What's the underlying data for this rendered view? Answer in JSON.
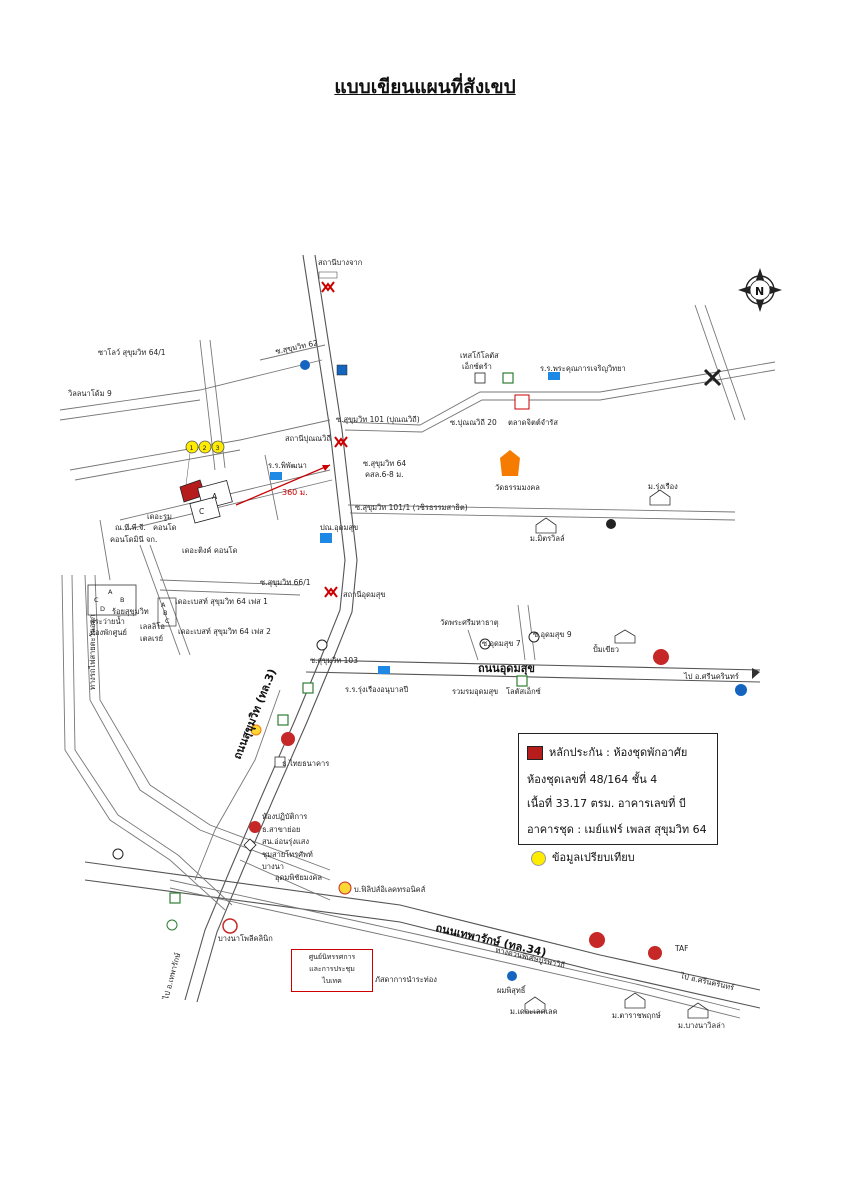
{
  "title": "แบบเขียนแผนที่สังเขป",
  "legend": {
    "collateral_label": "หลักประกัน : ห้องชุดพักอาศัย",
    "unit_no": "ห้องชุดเลขที่ 48/164  ชั้น 4",
    "area": "เนื้อที่ 33.17 ตรม.   อาคารเลขที่ บี",
    "condo": "อาคารชุด :  เมย์แฟร์ เพลส สุขุมวิท 64",
    "comparable": "ข้อมูลเปรียบเทียบ",
    "collateral_color": "#b71c1c",
    "comparable_color": "#ffec00"
  },
  "roads": {
    "sukhumvit": "ถนนสุขุมวิท (ทล.3)",
    "udomsuk": "ถนนอุดมสุข",
    "thepharak": "ถนนเทพารักษ์ (ทล.34)",
    "expressway": "ทางด่วนพิเศษบูรพาวิถี",
    "to_srinakarin_1": "ไป อ.ศรีนครินทร์",
    "to_srinakarin_2": "ไป อ.ศรีนครินทร์",
    "to_thepharak": "ไป อ.เทพารักษ์",
    "railway": "ทางรถไฟสายตะวันออก"
  },
  "labels": {
    "bang_chak": "สถานีบางจาก",
    "punnawithi_station": "สถานีปุณณวิถี",
    "udomsuk_station": "สถานีอุดมสุข",
    "soi_62": "ซ.สุขุมวิท 62",
    "soi_101": "ซ.สุขุมวิท 101 (ปุณณวิถี)",
    "soi_64": "ซ.สุขุมวิท 64",
    "soi_64_sub": "คสล.6-8 ม.",
    "soi_101_1": "ซ.สุขุมวิท 101/1 (วชิรธรรมสาธิต)",
    "soi_66_1": "ซ.สุขุมวิท 66/1",
    "soi_103": "ซ.สุขุมวิท 103",
    "soi_punnawithi_20": "ซ.ปุณณวิถี 20",
    "soi_udomsuk_7": "ซ.อุดมสุข 7",
    "soi_udomsuk_9": "ซ.อุดมสุข 9",
    "distance": "360 ม.",
    "tesco": "เทสโก้โลตัส",
    "tesco_sub": "เอ็กซ์ตร้า",
    "school_prakhanong": "ร.ร.พระคุณการเจริญวิทยา",
    "market_chamrat": "ตลาดจิตต์จำรัส",
    "wat_thammamongkhon": "วัดธรรมมงคล",
    "mu_rung_rueang": "ม.รุ่งเรือง",
    "mu_mitrwille": "ม.มิตรวิลล์",
    "village_64_1": "ซาโลว์ สุขุมวิท 64/1",
    "soi_naka_9": "วิลลนาโด้ม 9",
    "hospital_phiphat": "ร.ร.พิพัฒนา",
    "condo_room": "เดอะรูม",
    "condo_room_sub": "คอนโด",
    "condo_thinking": "เดอะติงค์ คอนโด",
    "pt_cj": "ณ.ที.พี.จี.",
    "condo_monte": "คอนโดมินี จก.",
    "the_base_64_1": "เดอะเบสท์ สุขุมวิท 64 เฟส 1",
    "the_base_64_2": "เดอะเบสท์ สุขุมวิท 64 เฟส 2",
    "punnawithi_ops": "ปณ.อุดมสุข",
    "ban_ruay": "ร้อยสุขุมวิท",
    "school_area": "สระว่ายน้ำ",
    "health_center": "ห้องพักศูนย์",
    "lelis": "เลลลิโอ",
    "lelis_sub": "เตลเรย์",
    "wat_phraya": "วัดพระศรีมหาธาตุ",
    "kindergarten": "ร.ร.รุ่งเรืองอนุบาลปี",
    "udomsuk_mall": "รวมรมอุดมสุข",
    "lotus_ex": "โลตัสเอ็กซ์",
    "pump_station": "ปั้มเขียว",
    "thanachart": "ธ.ไทยธนาคาร",
    "office": "ห้องปฏิบัติการ",
    "office_sub1": "สน.อ่อนรุ่งแสง",
    "office_sub2": "ชุมสายโทรศัพท์",
    "kasikorn": "ธ.สาขาย่อย",
    "pharmacy": "อุดมพิชัยมงคล",
    "phillips": "บ.ฟิลิปส์อิเลคทรอนิคส์",
    "fuel": "บางนา",
    "clinic": "บางนาโพลีคลินิก",
    "center_line1": "ศูนย์นิทรรศการ",
    "center_line2": "และการประชุม",
    "center_line3": "ไบเทค",
    "excise": "ภัสดาการนำระท่อง",
    "mu_de_luxe": "ม.เดอะเลคเลค",
    "mu_ratchaphruek": "ม.ตาราชพฤกษ์",
    "mu_bangna_villa": "ม.บางนาวิลล่า",
    "mu_hotel": "ผมพิสุทธิ์",
    "taf": "TAF",
    "bldg_a": "A",
    "bldg_b": "B",
    "bldg_c": "C",
    "bldg_d": "D",
    "north": "N"
  },
  "comparables": [
    "1",
    "2",
    "3"
  ]
}
